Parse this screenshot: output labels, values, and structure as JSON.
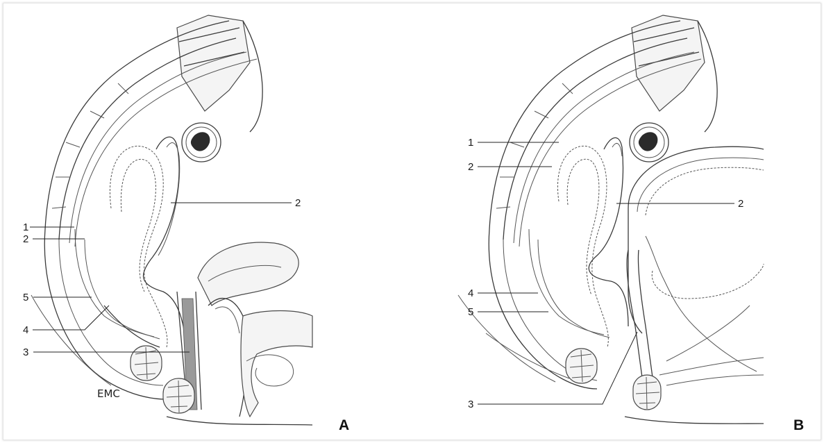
{
  "panels": [
    {
      "letter": "A",
      "labels": [
        "1",
        "2",
        "5",
        "4",
        "3",
        "2"
      ],
      "signature": "EMC"
    },
    {
      "letter": "B",
      "labels": [
        "1",
        "2",
        "4",
        "5",
        "3",
        "2"
      ]
    }
  ]
}
